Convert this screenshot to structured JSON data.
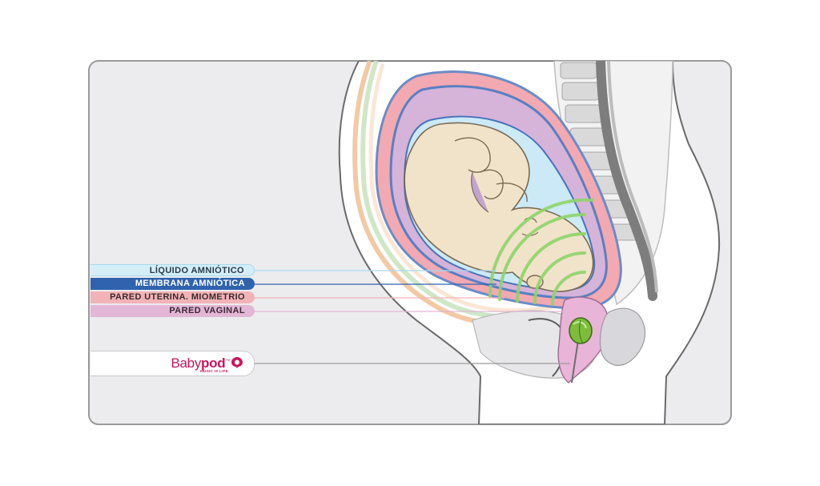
{
  "labels": {
    "liquido_amniotico": "LÍQUIDO AMNIÓTICO",
    "membrana_amniotica": "MEMBRANA AMNIÓTICA",
    "pared_uterina": "PARED UTERINA. MIOMETRIO",
    "pared_vaginal": "PARED VAGINAL"
  },
  "brand": {
    "name_light": "Baby",
    "name_bold": "pod",
    "tagline": "MUSIC IS LIFE",
    "trademark": "™"
  },
  "colors": {
    "liquido": "#d4eef8",
    "membrana": "#2f63ad",
    "pared_uterina": "#f2b3b8",
    "pared_vaginal": "#e3b6d6",
    "brand": "#c8175d",
    "sound_waves": "#8fd46b",
    "device": "#7dbd3a"
  },
  "icons": [
    "babypod-logo-icon",
    "sound-waves-icon",
    "babypod-device-icon"
  ]
}
